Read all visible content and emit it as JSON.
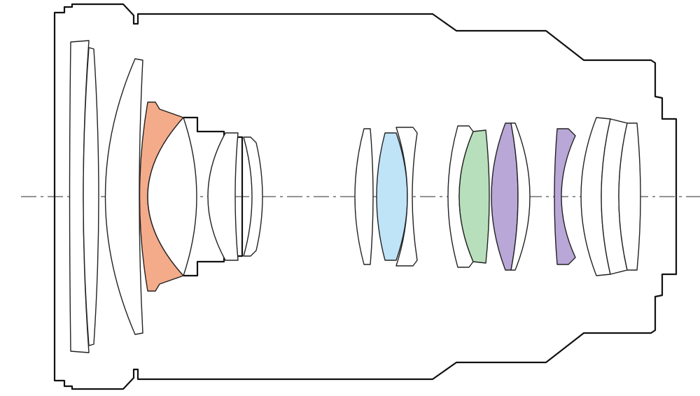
{
  "diagram": {
    "subject": "lens-cross-section",
    "colors": {
      "line": "#111111",
      "background": "#ffffff",
      "plain_element": "#ffffff",
      "orange_element": "#f4ab8a",
      "blue_element": "#bfe3f7",
      "green_element": "#b8dfbb",
      "purple_element": "#b9a7d8"
    },
    "elements": [
      {
        "id": 1,
        "fill": "plain_element"
      },
      {
        "id": 2,
        "fill": "plain_element"
      },
      {
        "id": 3,
        "fill": "plain_element"
      },
      {
        "id": 4,
        "fill": "orange_element"
      },
      {
        "id": 5,
        "fill": "plain_element"
      },
      {
        "id": 6,
        "fill": "plain_element"
      },
      {
        "id": 7,
        "fill": "plain_element"
      },
      {
        "id": 8,
        "fill": "plain_element"
      },
      {
        "id": 9,
        "fill": "blue_element"
      },
      {
        "id": 10,
        "fill": "plain_element"
      },
      {
        "id": 11,
        "fill": "plain_element"
      },
      {
        "id": 12,
        "fill": "green_element"
      },
      {
        "id": 13,
        "fill": "purple_element"
      },
      {
        "id": 14,
        "fill": "plain_element"
      },
      {
        "id": 15,
        "fill": "purple_element"
      },
      {
        "id": 16,
        "fill": "plain_element"
      },
      {
        "id": 17,
        "fill": "plain_element"
      },
      {
        "id": 18,
        "fill": "plain_element"
      }
    ]
  }
}
